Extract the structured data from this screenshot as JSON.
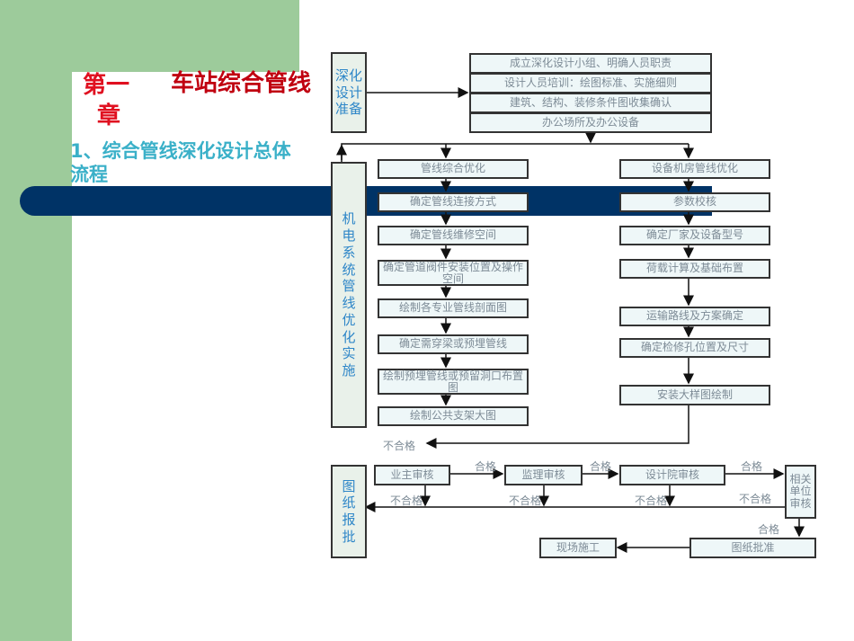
{
  "title": {
    "chapter_prefix": "第一",
    "chapter_title": "车站综合管线",
    "chapter_suffix": "章",
    "subtitle": "1、综合管线深化设计总体流程"
  },
  "phases": {
    "prep": "深化设计准备",
    "mep": "机电系统管线优化实施",
    "approval": "图纸报批"
  },
  "prep_steps": [
    "成立深化设计小组、明确人员职责",
    "设计人员培训：绘图标准、实施细则",
    "建筑、结构、装修条件图收集确认",
    "办公场所及办公设备"
  ],
  "left_column": [
    "管线综合优化",
    "确定管线连接方式",
    "确定管线维修空间",
    "确定管道阀件安装位置及操作空间",
    "绘制各专业管线剖面图",
    "确定需穿梁或预埋管线",
    "绘制预埋管线或预留洞口布置图",
    "绘制公共支架大图"
  ],
  "right_column": [
    "设备机房管线优化",
    "参数校核",
    "确定厂家及设备型号",
    "荷载计算及基础布置",
    "运输路线及方案确定",
    "确定检修孔位置及尺寸",
    "安装大样图绘制"
  ],
  "review": {
    "owner": "业主审核",
    "supervisor": "监理审核",
    "design_institute": "设计院审核",
    "related_units": "相关单位审核",
    "approved": "图纸批准",
    "construction": "现场施工",
    "pass": "合格",
    "fail": "不合格"
  }
}
